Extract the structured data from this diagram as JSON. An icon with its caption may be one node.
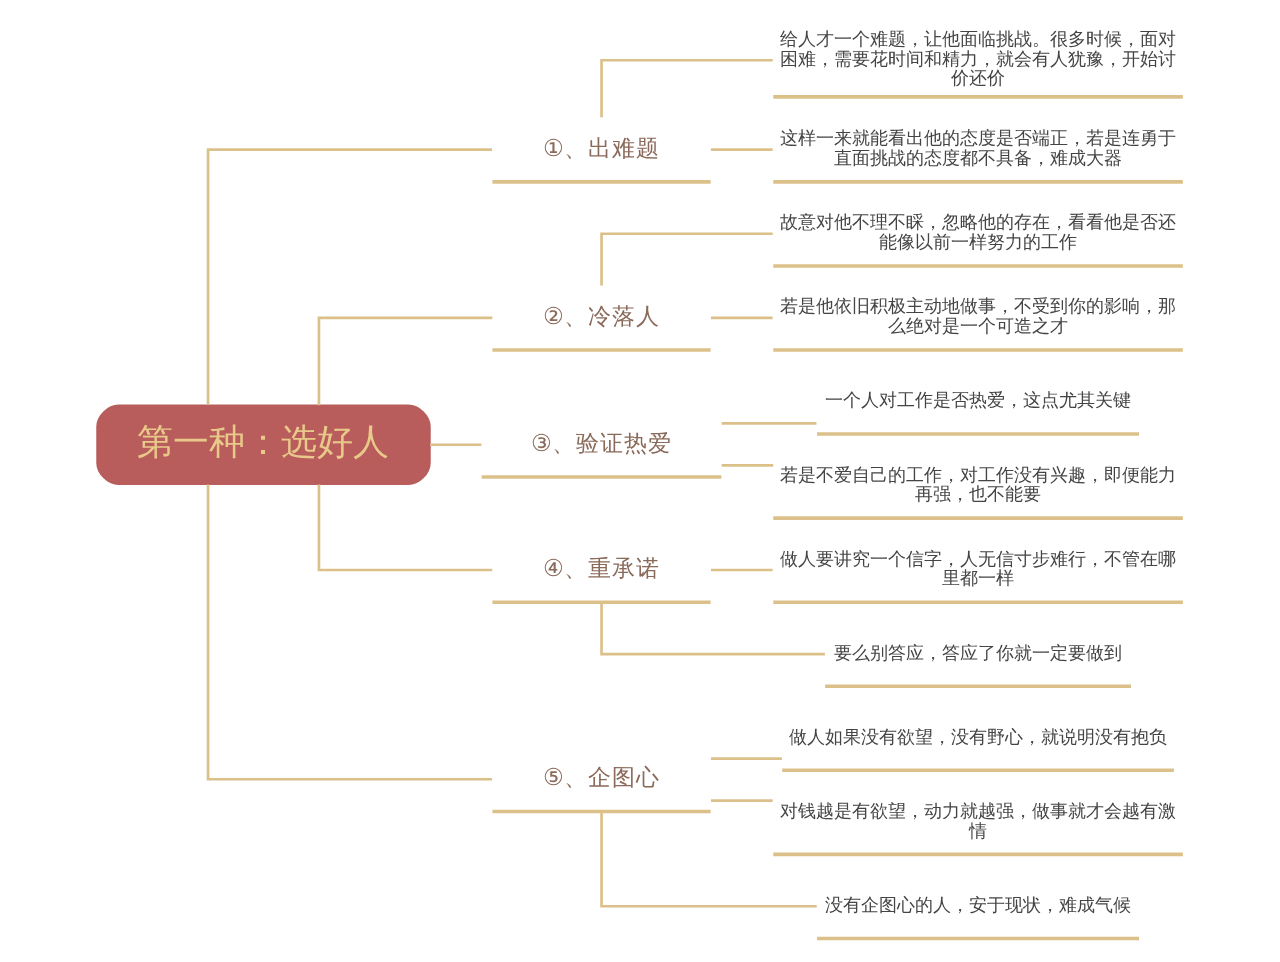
{
  "diagram": {
    "nodes": [
      {
        "text": [
          "第一种：选好人"
        ]
      },
      {
        "text": [
          "①、出难题"
        ]
      },
      {
        "text": [
          "给人才一个难题，让他面临挑战。很多时候，面对困难，需要花时间和精力，就会有人犹豫，开始讨价还价"
        ]
      },
      {
        "text": [
          "这样一来就能看出他的态度是否端正，若是连勇于直面挑战的态度都不具备，难成大器"
        ]
      },
      {
        "text": [
          "②、冷落人"
        ]
      },
      {
        "text": [
          "故意对他不理不睬，忽略他的存在，看看他是否还能像以前一样努力的工作"
        ]
      },
      {
        "text": [
          "若是他依旧积极主动地做事，不受到你的影响，那么绝对是一个可造之才"
        ]
      },
      {
        "text": [
          "③、验证热爱"
        ]
      },
      {
        "text": [
          "一个人对工作是否热爱，这点尤其关键"
        ]
      },
      {
        "text": [
          "若是不爱自己的工作，对工作没有兴趣，即便能力再强，也不能要"
        ]
      },
      {
        "text": [
          "④、重承诺"
        ]
      },
      {
        "text": [
          "做人要讲究一个信字，人无信寸步难行，不管在哪里都一样"
        ]
      },
      {
        "text": [
          "要么别答应，答应了你就一定要做到"
        ]
      },
      {
        "text": [
          "⑤、企图心"
        ]
      },
      {
        "text": [
          "做人如果没有欲望，没有野心，就说明没有抱负"
        ]
      },
      {
        "text": [
          "对钱越是有欲望，动力就越强，做事就才会越有激情"
        ]
      },
      {
        "text": [
          "没有企图心的人，安于现状，难成气候"
        ]
      }
    ],
    "edges": [
      {
        "from": 0,
        "to": 1,
        "arrow": "none"
      },
      {
        "from": 1,
        "to": 2,
        "arrow": "none"
      },
      {
        "from": 1,
        "to": 3,
        "arrow": "none"
      },
      {
        "from": 0,
        "to": 4,
        "arrow": "none"
      },
      {
        "from": 4,
        "to": 5,
        "arrow": "none"
      },
      {
        "from": 4,
        "to": 6,
        "arrow": "none"
      },
      {
        "from": 0,
        "to": 7,
        "arrow": "none"
      },
      {
        "from": 7,
        "to": 8,
        "arrow": "none"
      },
      {
        "from": 7,
        "to": 9,
        "arrow": "none"
      },
      {
        "from": 0,
        "to": 10,
        "arrow": "none"
      },
      {
        "from": 10,
        "to": 11,
        "arrow": "none"
      },
      {
        "from": 10,
        "to": 12,
        "arrow": "none"
      },
      {
        "from": 0,
        "to": 13,
        "arrow": "none"
      },
      {
        "from": 13,
        "to": 14,
        "arrow": "none"
      },
      {
        "from": 13,
        "to": 15,
        "arrow": "none"
      },
      {
        "from": 13,
        "to": 16,
        "arrow": "none"
      }
    ]
  }
}
